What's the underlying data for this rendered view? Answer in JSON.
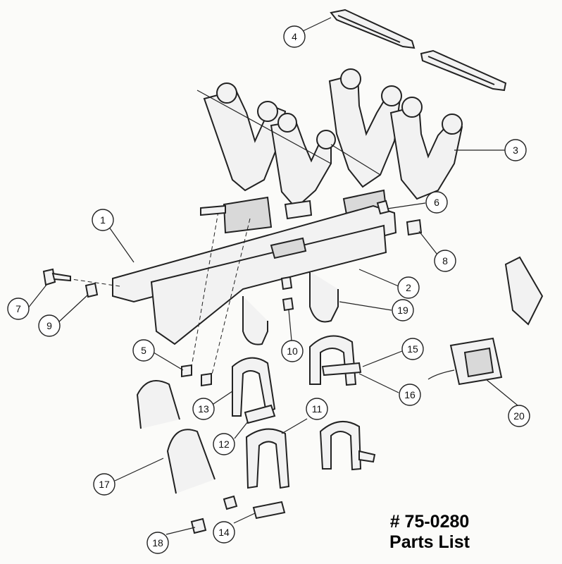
{
  "title": {
    "part_number": "# 75-0280",
    "subtitle": "Parts List"
  },
  "callouts": [
    "1",
    "2",
    "3",
    "4",
    "5",
    "6",
    "7",
    "8",
    "9",
    "10",
    "11",
    "12",
    "13",
    "14",
    "15",
    "16",
    "17",
    "18",
    "19",
    "20"
  ]
}
